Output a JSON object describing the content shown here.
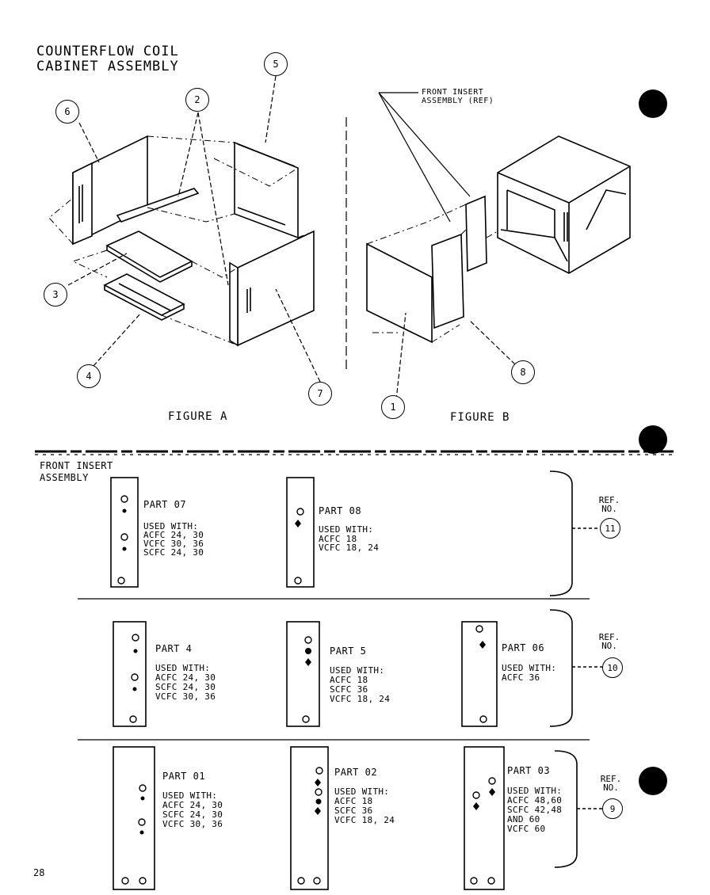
{
  "title": [
    "COUNTERFLOW COIL",
    "CABINET ASSEMBLY"
  ],
  "figure_a": {
    "label": "FIGURE A",
    "callouts": [
      "6",
      "2",
      "5",
      "3",
      "4",
      "7"
    ]
  },
  "figure_b": {
    "label": "FIGURE B",
    "ref_label": [
      "FRONT INSERT",
      "ASSEMBLY (REF)"
    ],
    "callouts": [
      "8",
      "1"
    ]
  },
  "section_title": [
    "FRONT INSERT",
    "ASSEMBLY"
  ],
  "ref_label": [
    "REF.",
    "NO."
  ],
  "ref_numbers": [
    "11",
    "10",
    "9"
  ],
  "parts": [
    {
      "part": "PART 07",
      "used": [
        "USED WITH:",
        "ACFC 24, 30",
        "VCFC 30, 36",
        "SCFC 24, 30"
      ]
    },
    {
      "part": "PART 08",
      "used": [
        "USED WITH:",
        "ACFC 18",
        "VCFC 18, 24"
      ]
    },
    {
      "part": "PART 4",
      "used": [
        "USED WITH:",
        "ACFC 24, 30",
        "SCFC 24, 30",
        "VCFC 30, 36"
      ]
    },
    {
      "part": "PART 5",
      "used": [
        "USED WITH:",
        "ACFC 18",
        "SCFC 36",
        "VCFC 18, 24"
      ]
    },
    {
      "part": "PART 06",
      "used": [
        "USED WITH:",
        "ACFC 36"
      ]
    },
    {
      "part": "PART 01",
      "used": [
        "USED WITH:",
        "ACFC 24, 30",
        "SCFC 24, 30",
        "VCFC 30, 36"
      ]
    },
    {
      "part": "PART 02",
      "used": [
        "USED WITH:",
        "ACFC 18",
        "SCFC 36",
        "VCFC 18, 24"
      ]
    },
    {
      "part": "PART 03",
      "used": [
        "USED WITH:",
        "ACFC 48,60",
        "SCFC 42,48",
        "AND 60",
        "VCFC 60"
      ]
    }
  ],
  "page_number": "28"
}
